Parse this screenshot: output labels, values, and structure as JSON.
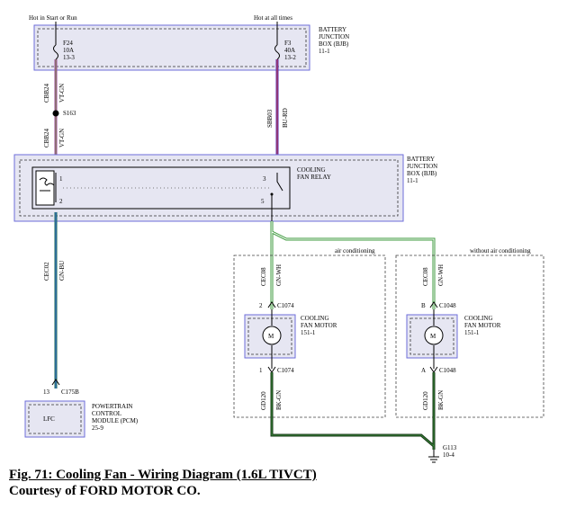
{
  "top_labels": {
    "left": "Hot in Start or Run",
    "right": "Hot at all times"
  },
  "bjb_top": {
    "lines": [
      "BATTERY",
      "JUNCTION",
      "BOX (BJB)",
      "11-1"
    ]
  },
  "fuse_f24": {
    "lines": [
      "F24",
      "10A",
      "13-3"
    ]
  },
  "fuse_f3": {
    "lines": [
      "F3",
      "40A",
      "13-2"
    ]
  },
  "wire_cbb24_upper": {
    "circuit": "CBB24",
    "color": "VT-GN"
  },
  "splice": "S163",
  "wire_cbb24_lower": {
    "circuit": "CBB24",
    "color": "VT-GN"
  },
  "wire_sbb03": {
    "circuit": "SBB03",
    "color": "BU-RD"
  },
  "bjb_relay": {
    "lines": [
      "BATTERY",
      "JUNCTION",
      "BOX (BJB)",
      "11-1"
    ]
  },
  "relay": {
    "lines": [
      "COOLING",
      "FAN RELAY"
    ],
    "pins": [
      "1",
      "2",
      "3",
      "5"
    ]
  },
  "wire_cec02": {
    "circuit": "CEC02",
    "color": "GN-BU"
  },
  "pcm": {
    "pin": "13",
    "connector": "C175B",
    "box_label": "LFC",
    "lines": [
      "POWERTRAIN",
      "CONTROL",
      "MODULE (PCM)",
      "25-9"
    ]
  },
  "ac_section": {
    "title": "air conditioning",
    "wire_top": {
      "circuit": "CEC08",
      "color": "GN-WH"
    },
    "top_pin": "2",
    "top_connector": "C1074",
    "motor_lines": [
      "COOLING",
      "FAN MOTOR",
      "151-1"
    ],
    "motor_symbol": "M",
    "bottom_pin": "1",
    "bottom_connector": "C1074",
    "wire_bottom": {
      "circuit": "GD120",
      "color": "BK-GN"
    }
  },
  "noac_section": {
    "title": "without air conditioning",
    "wire_top": {
      "circuit": "CEC08",
      "color": "GN-WH"
    },
    "top_pin": "B",
    "top_connector": "C1048",
    "motor_lines": [
      "COOLING",
      "FAN MOTOR",
      "151-1"
    ],
    "motor_symbol": "M",
    "bottom_pin": "A",
    "bottom_connector": "C1048",
    "wire_bottom": {
      "circuit": "GD120",
      "color": "BK-GN"
    }
  },
  "ground": {
    "lines": [
      "G113",
      "10-4"
    ]
  },
  "colors": {
    "box_fill": "#e6e6f2",
    "box_border": "#6e6eda",
    "wire_violet_green": "#a14fa0",
    "wire_blue_red": "#5b2db4",
    "wire_green_blue": "#1c6b56",
    "wire_green_white": "#3f9b3f",
    "wire_black_green": "#1a3a1a"
  },
  "caption": {
    "line1": "Fig. 71: Cooling Fan - Wiring Diagram (1.6L TIVCT)",
    "line2": "Courtesy of FORD MOTOR CO."
  }
}
